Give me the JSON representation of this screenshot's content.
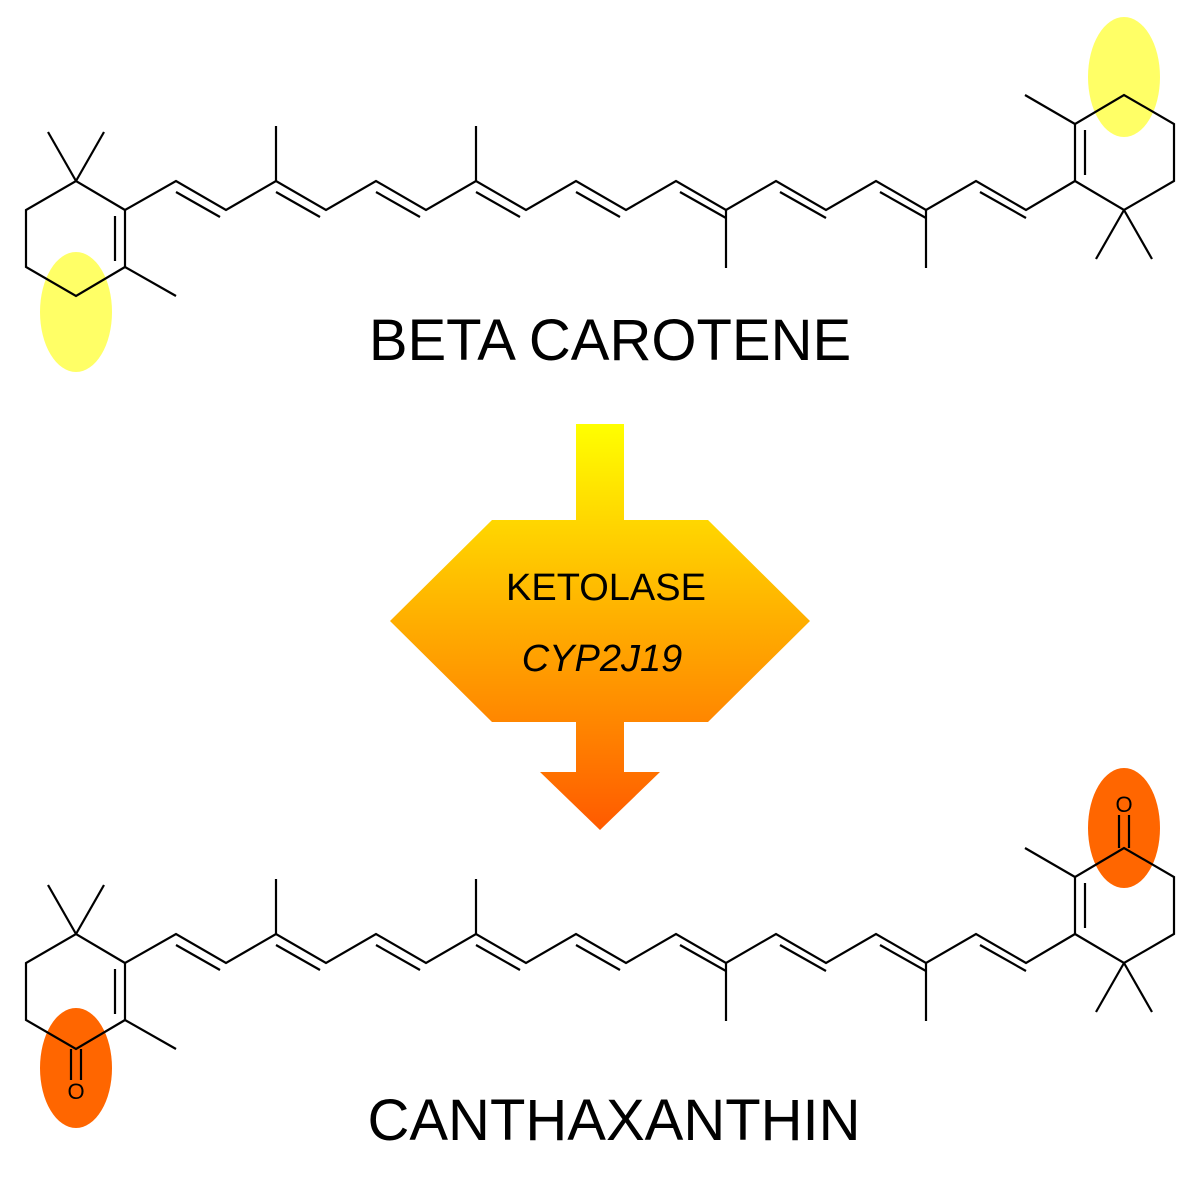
{
  "reactant": {
    "name": "BETA CAROTENE",
    "highlight_color": "#ffff66"
  },
  "enzyme": {
    "name": "KETOLASE",
    "gene": "CYP2J19",
    "arrow_gradient": [
      "#ffff00",
      "#ffc000",
      "#ff8000",
      "#ff5a00"
    ]
  },
  "product": {
    "name": "CANTHAXANTHIN",
    "highlight_color": "#ff6600",
    "ketone_left_label": "O",
    "ketone_right_label": "O"
  }
}
